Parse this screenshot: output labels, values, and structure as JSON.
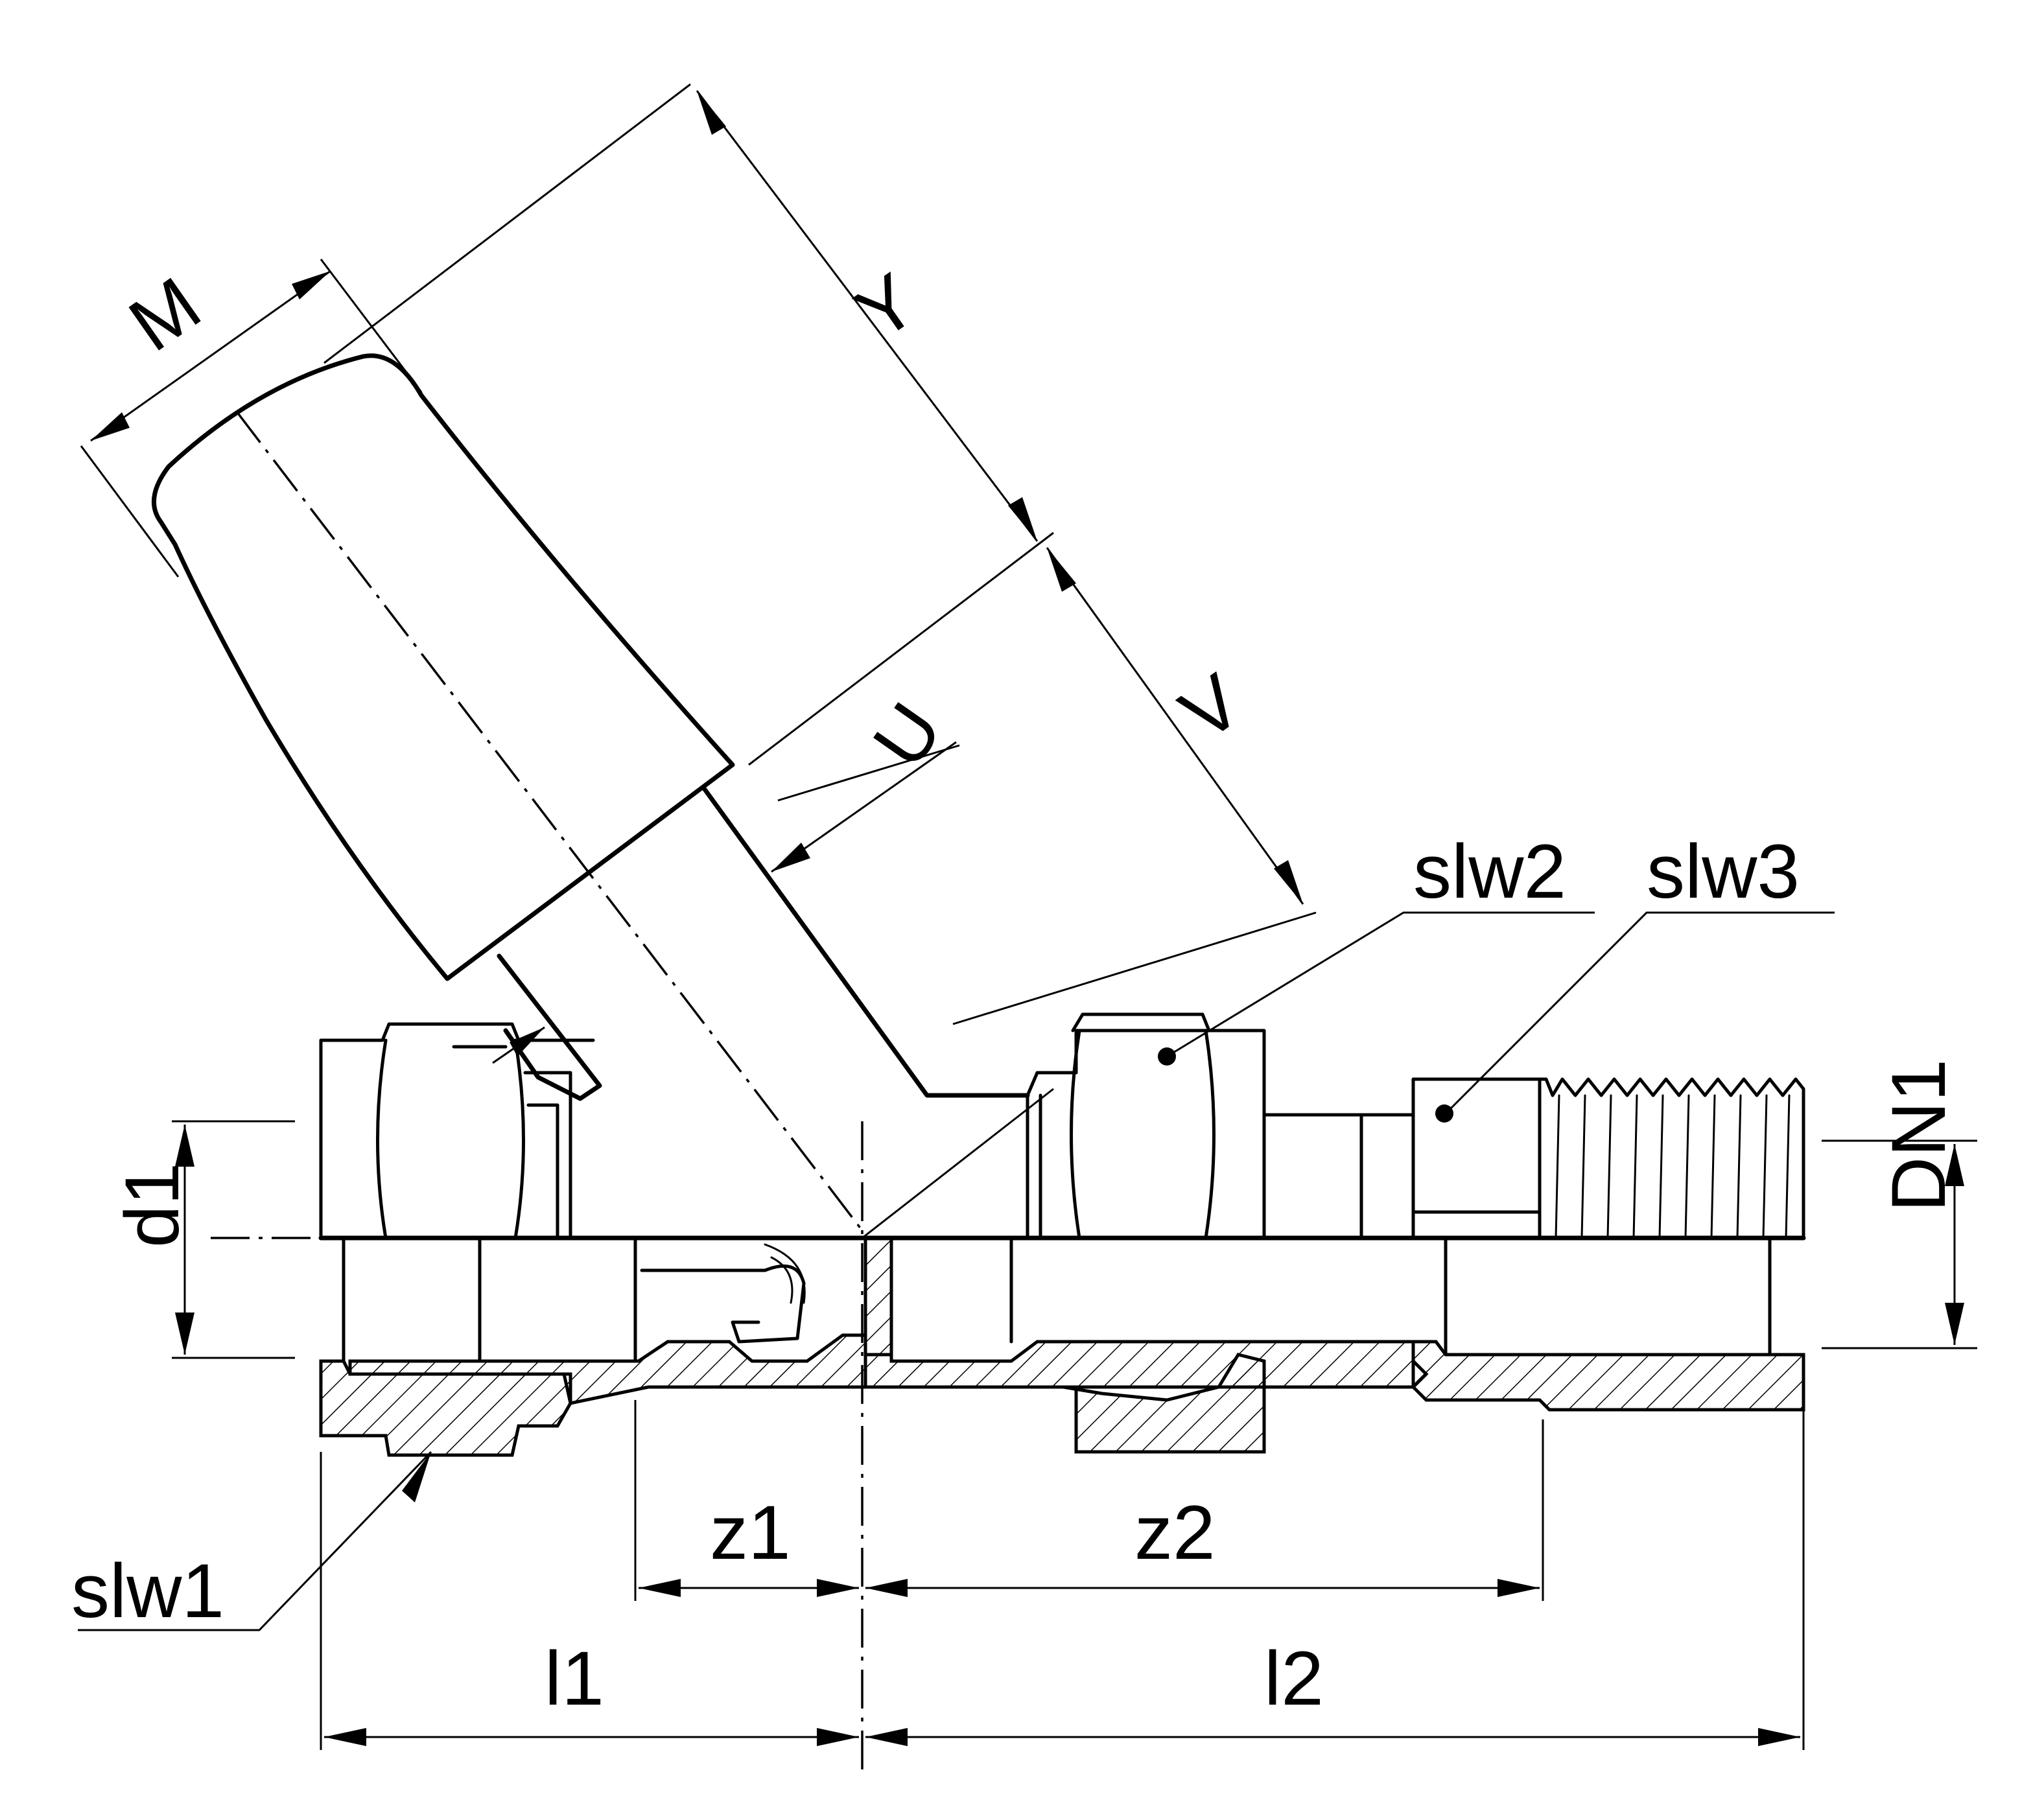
{
  "labels": {
    "m": "M",
    "y": "Y",
    "u": "U",
    "v": "V",
    "slw1": "slw1",
    "slw2": "slw2",
    "slw3": "slw3",
    "d1": "d1",
    "dn1": "DN1",
    "z1": "z1",
    "z2": "z2",
    "l1": "l1",
    "l2": "l2"
  },
  "colors": {
    "line": "#000000",
    "background": "#ffffff"
  }
}
